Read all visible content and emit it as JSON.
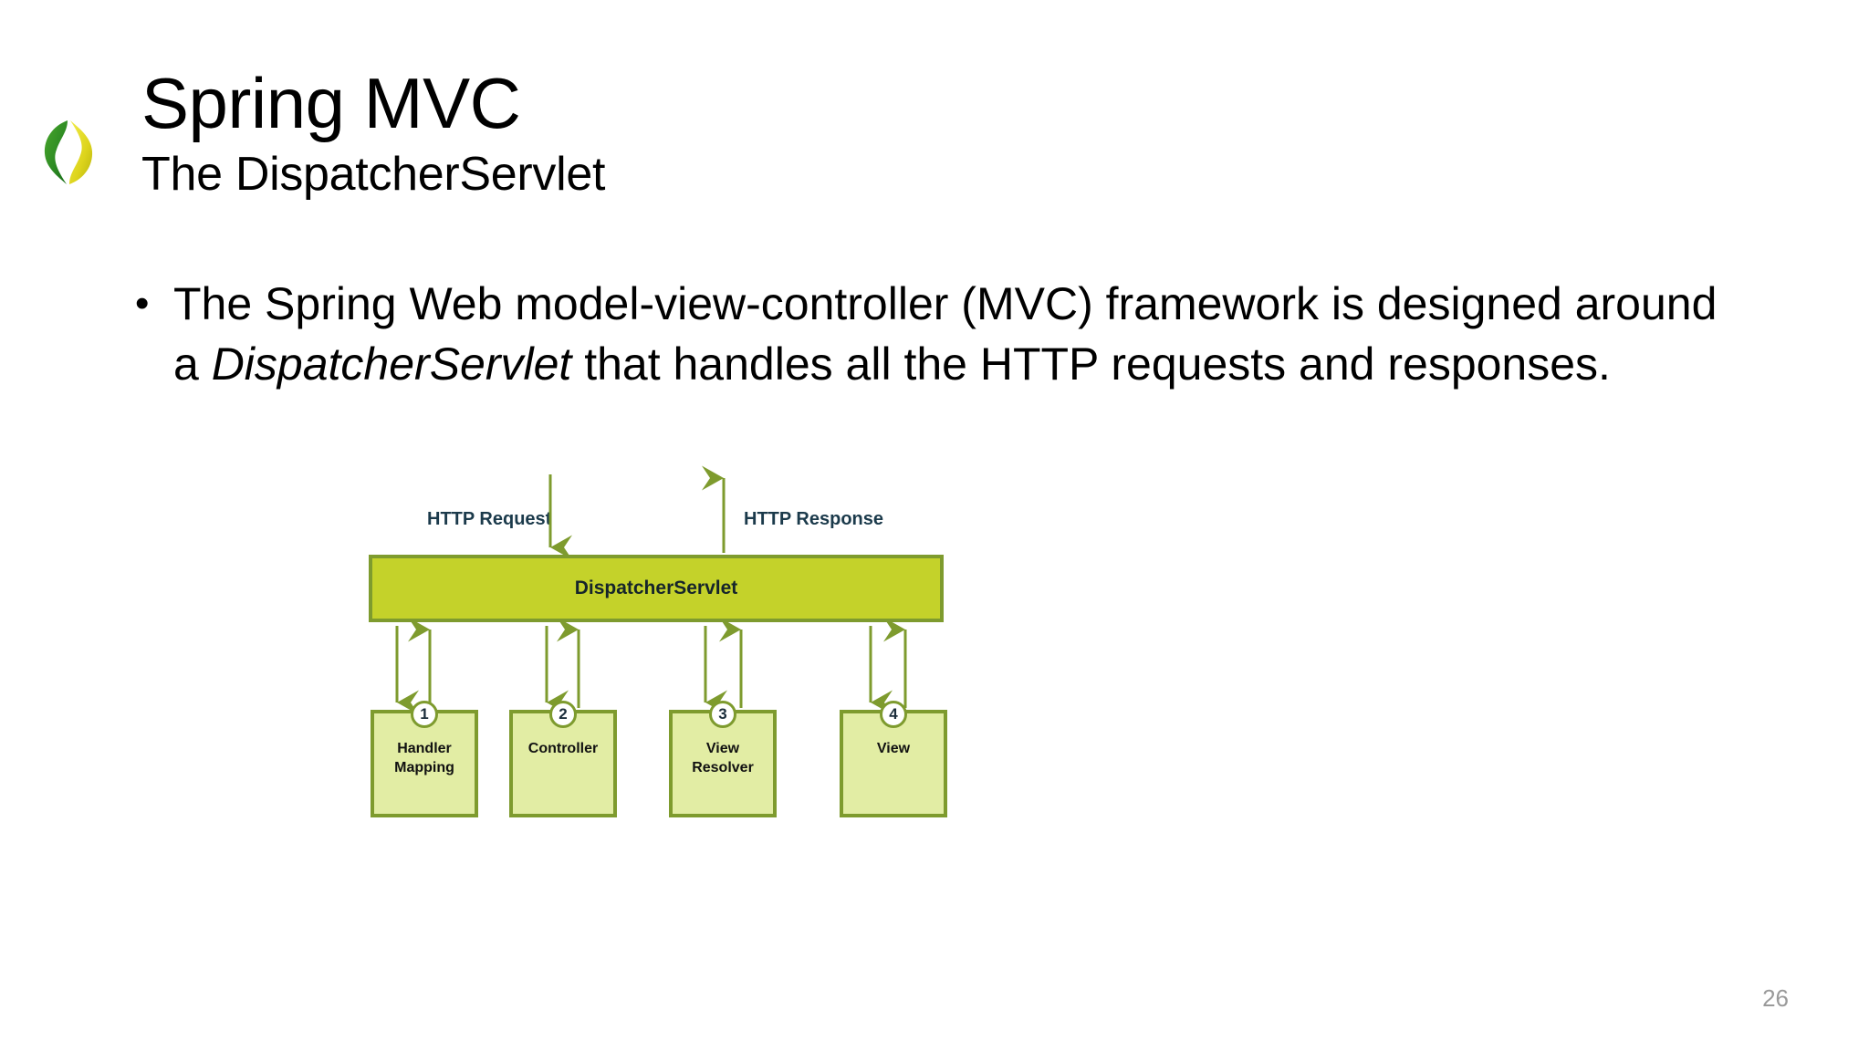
{
  "slide": {
    "title": "Spring MVC",
    "subtitle": "The DispatcherServlet",
    "page_number": "26",
    "logo_name": "spring-leaf-logo"
  },
  "body": {
    "bullet_marker": "•",
    "text_before_em": "The Spring Web model-view-controller (MVC) framework is designed around a ",
    "text_em": "DispatcherServlet",
    "text_after_em": " that handles all the HTTP requests and responses."
  },
  "diagram": {
    "dispatcher_label": "DispatcherServlet",
    "http_request_label": "HTTP Request",
    "http_response_label": "HTTP Response",
    "nodes": [
      {
        "number": "1",
        "label": "Handler Mapping"
      },
      {
        "number": "2",
        "label": "Controller"
      },
      {
        "number": "3",
        "label": "View Resolver"
      },
      {
        "number": "4",
        "label": "View"
      }
    ]
  },
  "colors": {
    "dispatcher_fill": "#C4D22A",
    "node_fill": "#E2EDA4",
    "border_green": "#7E9B2E",
    "arrow_green": "#7E9B2E",
    "logo_green": "#2E8B24",
    "logo_yellow": "#D8D419",
    "page_number_gray": "#9a9a9a"
  }
}
